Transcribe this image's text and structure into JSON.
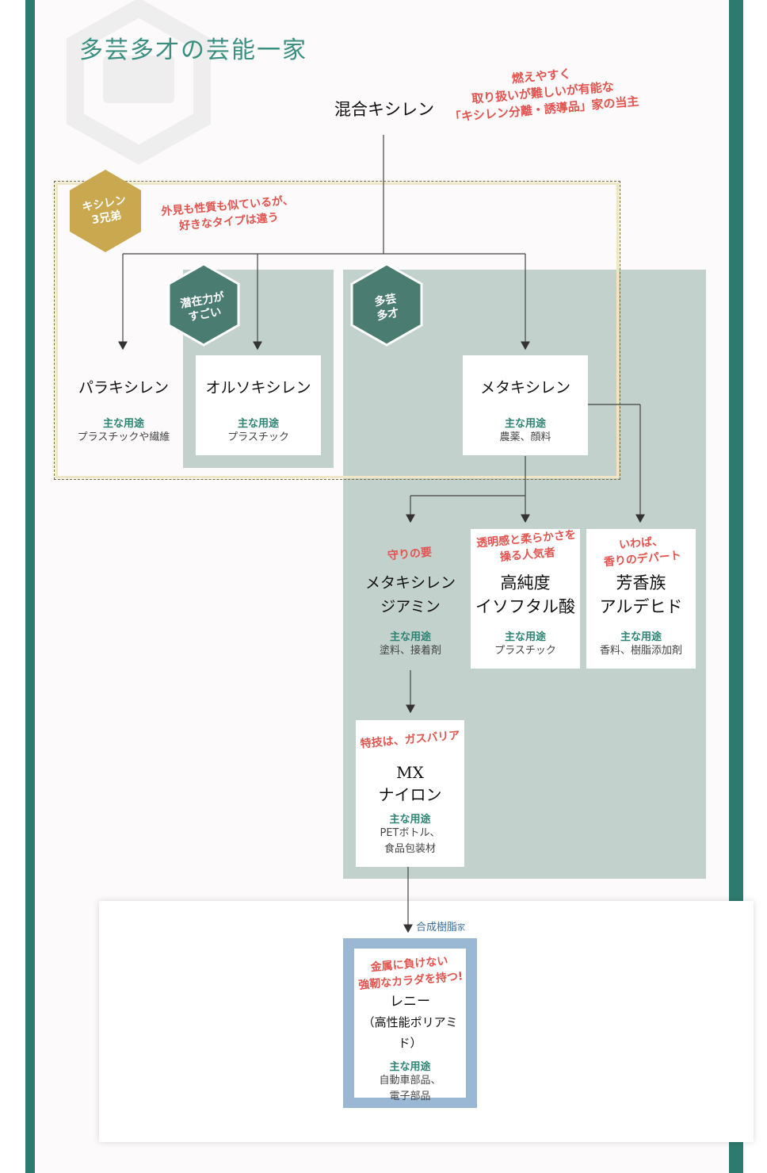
{
  "title": "多芸多才の芸能一家",
  "root": {
    "name": "混合キシレン",
    "annotation": [
      "燃えやすく",
      "取り扱いが難しいが有能な",
      "「キシレン分離・誘導品」家の当主"
    ]
  },
  "brothers": {
    "badge": [
      "キシレン",
      "3兄弟"
    ],
    "annotation": [
      "外見も性質も似ているが、",
      "好きなタイプは違う"
    ]
  },
  "badge_potential": [
    "潜在力が",
    "すごい"
  ],
  "badge_versatile": [
    "多芸",
    "多才"
  ],
  "usage_label": "主な用途",
  "nodes": {
    "para": {
      "name": "パラキシレン",
      "usage": "プラスチックや繊維"
    },
    "ortho": {
      "name": "オルソキシレン",
      "usage": "プラスチック"
    },
    "meta": {
      "name": "メタキシレン",
      "usage": "農薬、顔料"
    },
    "mxda": {
      "name_l1": "メタキシレン",
      "name_l2": "ジアミン",
      "usage": "塗料、接着剤",
      "annotation": "守りの要"
    },
    "pia": {
      "name_l1": "高純度",
      "name_l2": "イソフタル酸",
      "usage": "プラスチック",
      "annotation": [
        "透明感と柔らかさを",
        "操る人気者"
      ]
    },
    "aldehyde": {
      "name_l1": "芳香族",
      "name_l2": "アルデヒド",
      "usage": "香料、樹脂添加剤",
      "annotation": [
        "いわば、",
        "香りのデパート"
      ]
    },
    "mxnylon": {
      "name_l1": "MX",
      "name_l2": "ナイロン",
      "usage_l1": "PETボトル、",
      "usage_l2": "食品包装材",
      "annotation": "特技は、ガスバリア"
    },
    "reny": {
      "name_l1": "レニー",
      "name_l2": "（高性能ポリアミド）",
      "usage_l1": "自動車部品、",
      "usage_l2": "電子部品",
      "annotation": [
        "金属に負けない",
        "強靭なカラダを持つ!"
      ]
    }
  },
  "family_label": {
    "main": "合成樹脂",
    "suffix": "家"
  },
  "colors": {
    "frame": "#2d7b6e",
    "teal_panel": "#c2d1cc",
    "gold": "#c9a84f",
    "hex_green": "#4a7c72",
    "annotation": "#e2544f",
    "blue_frame": "#9ab8d4"
  }
}
